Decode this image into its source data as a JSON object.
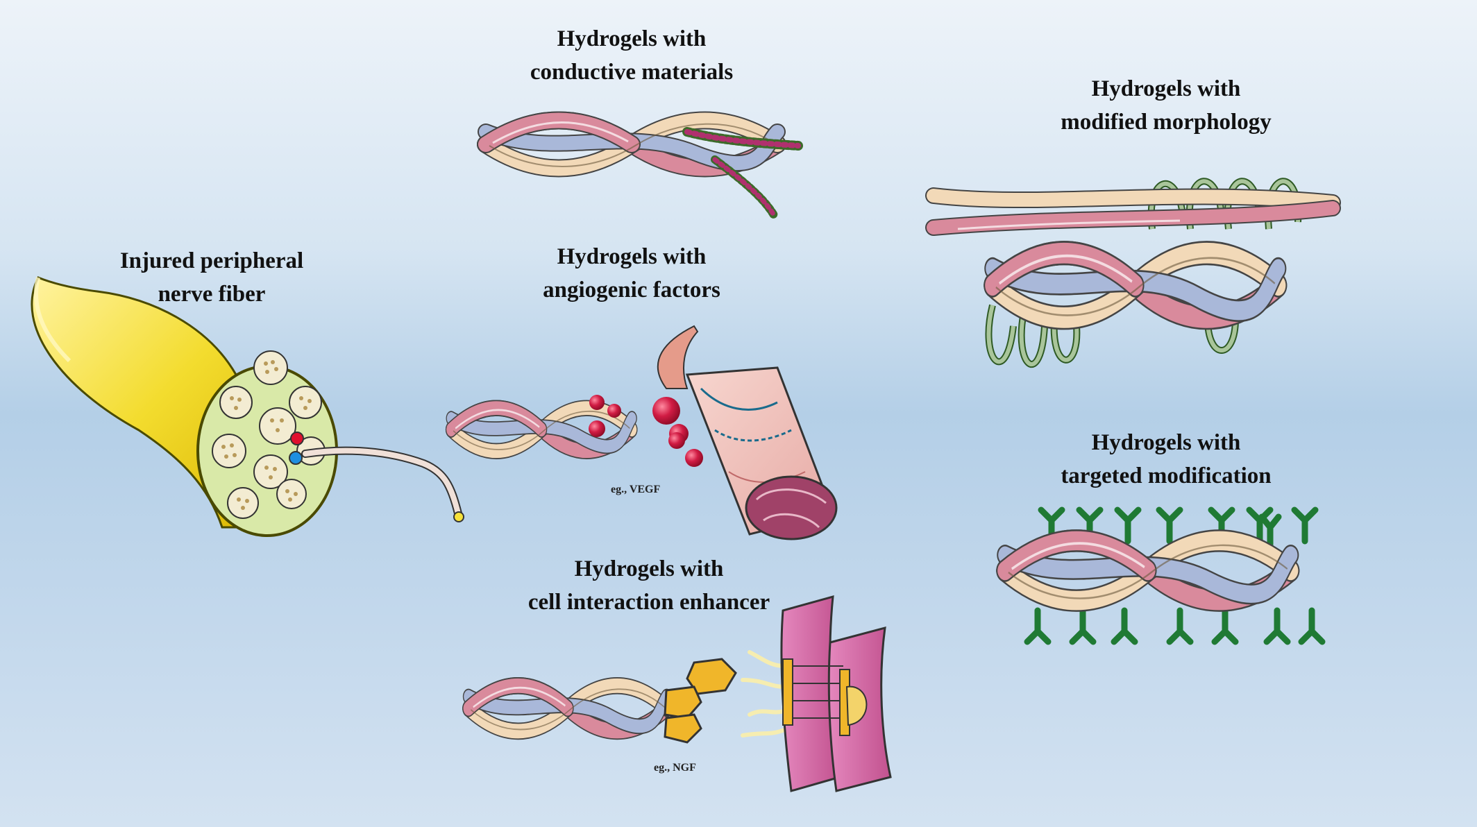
{
  "labels": {
    "nerve": {
      "line1": "Injured peripheral",
      "line2": "nerve fiber"
    },
    "conductive": {
      "line1": "Hydrogels with",
      "line2": "conductive materials"
    },
    "angiogenic": {
      "line1": "Hydrogels with",
      "line2": "angiogenic factors",
      "example": "eg., VEGF"
    },
    "cell_interaction": {
      "line1": "Hydrogels with",
      "line2": "cell interaction enhancer",
      "example": "eg., NGF"
    },
    "morphology": {
      "line1": "Hydrogels with",
      "line2": "modified morphology"
    },
    "targeted": {
      "line1": "Hydrogels with",
      "line2": "targeted modification"
    }
  },
  "colors": {
    "strand_pink": "#d98a9c",
    "strand_cream": "#f2d9b8",
    "strand_blue": "#a9b8d9",
    "nerve_yellow": "#f3dc2e",
    "vegf_red": "#c8163a",
    "receptor_green": "#1f7a34",
    "membrane_pink": "#d46aa8",
    "ngf_gold": "#f0b62a"
  }
}
